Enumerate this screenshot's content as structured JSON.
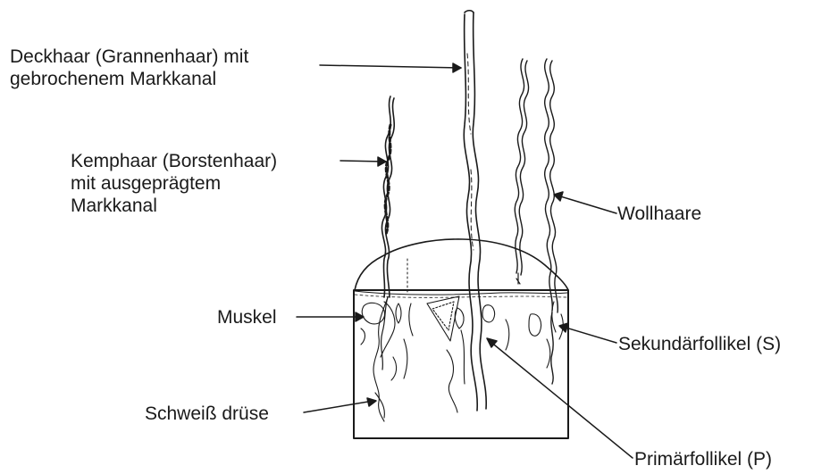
{
  "labels": {
    "deckhaar": [
      "Deckhaar (Grannenhaar) mit",
      "gebrochenem Markkanal"
    ],
    "kemphaar": [
      "Kemphaar (Borstenhaar)",
      "mit ausgeprägtem",
      "Markkanal"
    ],
    "wollhaare": "Wollhaare",
    "muskel": "Muskel",
    "schweissdruese": "Schweiß drüse",
    "sekundaerfollikel": "Sekundärfollikel (S)",
    "primaerfollikel": "Primärfollikel (P)"
  },
  "colors": {
    "ink": "#1a1a1a",
    "background": "#ffffff"
  }
}
